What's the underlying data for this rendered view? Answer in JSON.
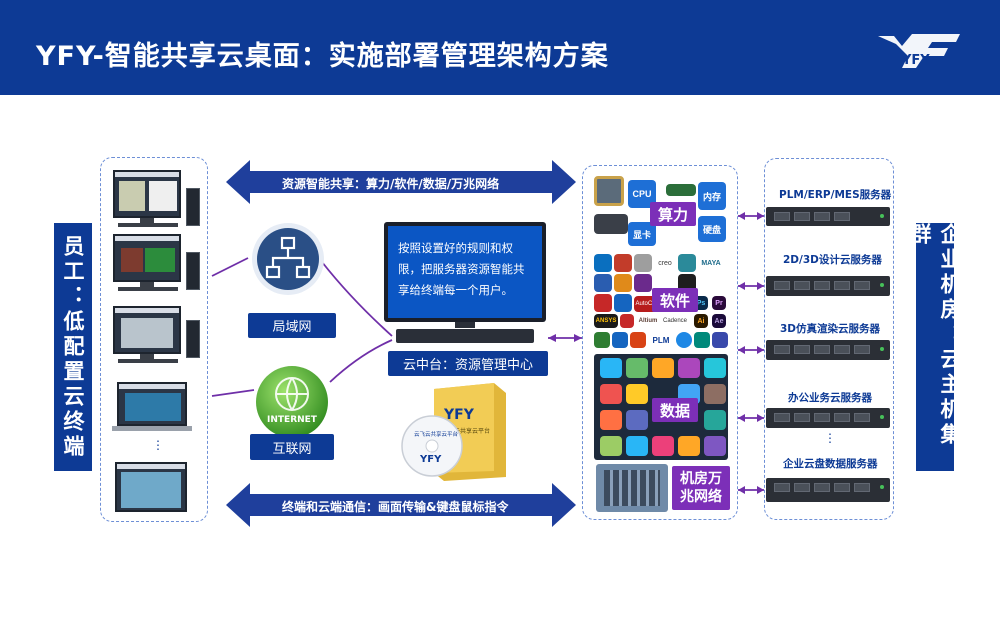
{
  "header": {
    "title": "YFY-智能共享云桌面：实施部署管理架构方案",
    "logo_text": "YFY",
    "bg_color": "#0d3a95"
  },
  "left": {
    "label": "员工：低配置云终端",
    "ellipsis": "⋮"
  },
  "right": {
    "label": "企业机房：云主机集群"
  },
  "top_arrow": {
    "text": "资源智能共享：算力/软件/数据/万兆网络"
  },
  "bottom_arrow": {
    "text": "终端和云端通信：画面传输&键盘鼠标指令"
  },
  "network": {
    "lan_label": "局域网",
    "internet_icon_text": "INTERNET",
    "internet_label": "互联网"
  },
  "center": {
    "monitor_text": "按照设置好的规则和权限，把服务器资源智能共享给终端每一个用户。",
    "cloud_label": "云中台：资源管理中心",
    "box_brand": "YFY",
    "box_caption": "云飞云共享云平台",
    "disc_caption": "云飞云共享云平台",
    "disc_brand": "YFY"
  },
  "resources": {
    "compute_label": "算力",
    "compute_icons": [
      "CPU",
      "内存",
      "显卡",
      "硬盘"
    ],
    "software_label": "软件",
    "software_icons": [
      "creo",
      "MAYA",
      "PLM",
      "Altium",
      "Cadence",
      "ANSYS",
      "AutoCAD",
      "Ae",
      "Pr",
      "Ps",
      "Ai"
    ],
    "data_label": "数据",
    "network_label": "机房万兆网络"
  },
  "servers": {
    "items": [
      {
        "title": "PLM/ERP/MES服务器"
      },
      {
        "title": "2D/3D设计云服务器"
      },
      {
        "title": "3D仿真渲染云服务器"
      },
      {
        "title": "办公业务云服务器"
      },
      {
        "title": "企业云盘数据服务器"
      }
    ]
  },
  "colors": {
    "brand_blue": "#0d3a95",
    "purple": "#7c2fb8",
    "arrow_blue": "#1f3f9c",
    "dashed_border": "#6d8fd6",
    "connector": "#6f2fa8"
  }
}
